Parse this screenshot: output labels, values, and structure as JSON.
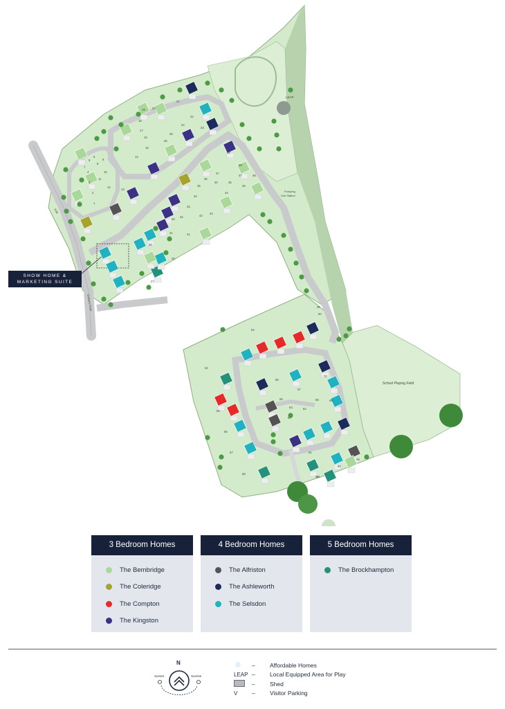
{
  "map": {
    "show_home_label_line1": "SHOW HOME &",
    "show_home_label_line2": "MARKETING SUITE",
    "school_playing_field": "School Playing Field",
    "leap_label": "LEAP",
    "pumping_label_line1": "Pumping",
    "pumping_label_line2": "Sub Station",
    "road_label_1": "A36",
    "road_label_2": "Gallant Park",
    "plot_numbers_north": [
      "1",
      "2",
      "3",
      "4",
      "5",
      "6",
      "7",
      "8",
      "9",
      "10",
      "11",
      "12",
      "13",
      "14",
      "15",
      "16",
      "17",
      "18",
      "19",
      "20",
      "21",
      "22",
      "23",
      "24",
      "25",
      "26",
      "27",
      "28",
      "29",
      "30",
      "31",
      "32",
      "33",
      "34",
      "35",
      "36",
      "37",
      "38",
      "39",
      "40",
      "41",
      "42",
      "43",
      "44",
      "45",
      "46",
      "47",
      "48"
    ],
    "plot_numbers_south": [
      "49",
      "50",
      "51",
      "52",
      "53",
      "54",
      "55",
      "56",
      "57",
      "58",
      "59",
      "60",
      "61",
      "62",
      "63",
      "64",
      "65",
      "66",
      "67",
      "68",
      "69",
      "70"
    ]
  },
  "colors": {
    "bembridge": "#a9d89a",
    "coleridge": "#a6a42c",
    "compton": "#e62a2a",
    "kingston": "#3b3285",
    "alfriston": "#545454",
    "ashleworth": "#1b2b5a",
    "selsdon": "#21b2c2",
    "brockhampton": "#24917a",
    "header_bg": "#17213a",
    "body_bg": "#e4e6ed"
  },
  "legend": [
    {
      "title": "3 Bedroom Homes",
      "items": [
        {
          "label": "The Bembridge",
          "color": "#a9d89a"
        },
        {
          "label": "The Coleridge",
          "color": "#a6a42c"
        },
        {
          "label": "The Compton",
          "color": "#e62a2a"
        },
        {
          "label": "The Kingston",
          "color": "#3b3285"
        }
      ]
    },
    {
      "title": "4 Bedroom Homes",
      "items": [
        {
          "label": "The Alfriston",
          "color": "#545454"
        },
        {
          "label": "The Ashleworth",
          "color": "#1b2b5a"
        },
        {
          "label": "The Selsdon",
          "color": "#21b2c2"
        }
      ]
    },
    {
      "title": "5 Bedroom Homes",
      "items": [
        {
          "label": "The Brockhampton",
          "color": "#24917a"
        }
      ]
    }
  ],
  "compass": {
    "north": "N",
    "sunset": "Sunset",
    "sunrise": "Sunrise"
  },
  "key": [
    {
      "symbol": "",
      "dash": "–",
      "label": "Affordable Homes"
    },
    {
      "symbol": "LEAP",
      "dash": "–",
      "label": "Local Equipped Area for Play"
    },
    {
      "symbol": "",
      "dash": "–",
      "label": "Shed"
    },
    {
      "symbol": "V",
      "dash": "–",
      "label": "Visitor Parking"
    }
  ]
}
